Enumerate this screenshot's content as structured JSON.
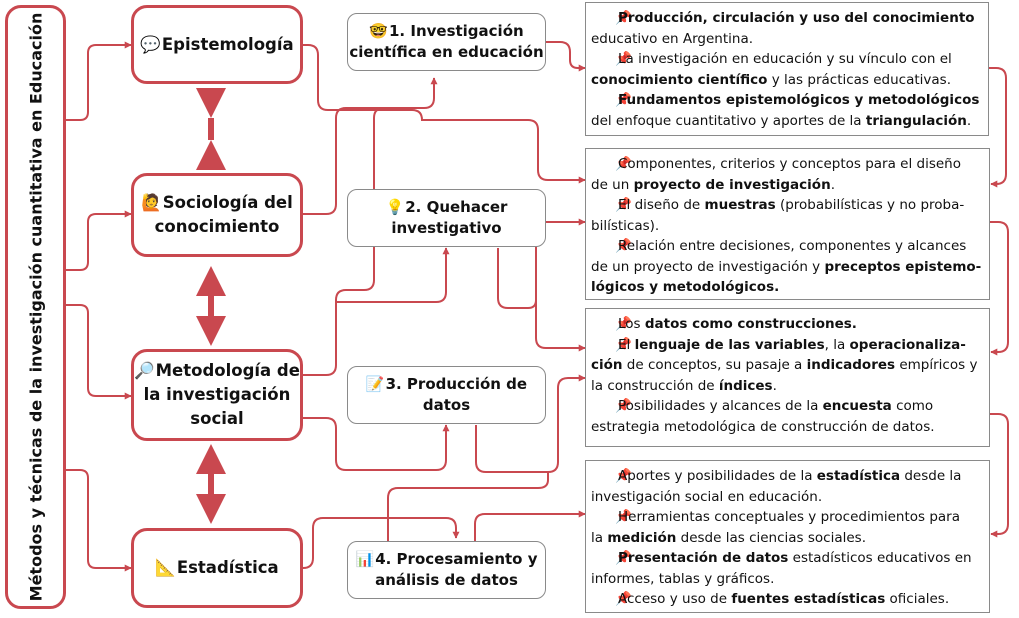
{
  "colors": {
    "accent": "#c9484f",
    "border_gray": "#8a8a8a",
    "pin": "#d7263d"
  },
  "title": "Métodos y técnicas de la investigación cuantitativa en Educación",
  "disciplines": [
    {
      "icon": "speech-bubble-icon",
      "glyph": "💬",
      "lines": [
        "Epistemología"
      ]
    },
    {
      "icon": "person-raising-hand-icon",
      "glyph": "🙋",
      "lines": [
        "Sociología del",
        "conocimiento"
      ]
    },
    {
      "icon": "magnifying-glass-icon",
      "glyph": "🔎",
      "lines": [
        "Metodología de",
        "la investigación",
        "social"
      ]
    },
    {
      "icon": "triangular-ruler-icon",
      "glyph": "📐",
      "lines": [
        "Estadística"
      ]
    }
  ],
  "units": [
    {
      "icon": "nerd-face-icon",
      "glyph": "🤓",
      "lines": [
        "1. Investigación",
        "científica en educación"
      ]
    },
    {
      "icon": "light-bulb-icon",
      "glyph": "💡",
      "lines": [
        "2. Quehacer",
        "investigativo"
      ]
    },
    {
      "icon": "memo-icon",
      "glyph": "📝",
      "lines": [
        "3. Producción de",
        "datos"
      ]
    },
    {
      "icon": "bar-chart-icon",
      "glyph": "📊",
      "lines": [
        "4. Procesamiento y",
        "análisis de datos"
      ]
    }
  ],
  "pin_glyph": "📌",
  "contents": [
    {
      "items": [
        {
          "lines": [
            [
              {
                "b": "Producción, circulación y uso del conocimiento"
              }
            ],
            [
              {
                "t": "educativo en Argentina."
              }
            ]
          ]
        },
        {
          "lines": [
            [
              {
                "t": "La investigación en educación y su vínculo con el"
              }
            ],
            [
              {
                "b": "conocimiento científico"
              },
              {
                "t": " y las prácticas educativas."
              }
            ]
          ]
        },
        {
          "lines": [
            [
              {
                "b": "Fundamentos epistemológicos y metodológicos"
              }
            ],
            [
              {
                "t": "del enfoque cuantitativo y aportes de la "
              },
              {
                "b": "triangulación"
              },
              {
                "t": "."
              }
            ]
          ]
        }
      ]
    },
    {
      "items": [
        {
          "lines": [
            [
              {
                "t": "Componentes, criterios y conceptos para el diseño"
              }
            ],
            [
              {
                "t": "de un "
              },
              {
                "b": "proyecto de investigación"
              },
              {
                "t": "."
              }
            ]
          ]
        },
        {
          "lines": [
            [
              {
                "t": "El diseño de "
              },
              {
                "b": "muestras"
              },
              {
                "t": " (probabilísticas y no proba-"
              }
            ],
            [
              {
                "t": "bilísticas)."
              }
            ]
          ]
        },
        {
          "lines": [
            [
              {
                "t": "Relación entre decisiones, componentes y alcances"
              }
            ],
            [
              {
                "t": "de un proyecto de investigación y "
              },
              {
                "b": "preceptos epistemo-"
              }
            ],
            [
              {
                "b": "lógicos y metodológicos."
              }
            ]
          ]
        }
      ]
    },
    {
      "items": [
        {
          "lines": [
            [
              {
                "t": "Los "
              },
              {
                "b": "datos como construcciones."
              }
            ]
          ]
        },
        {
          "lines": [
            [
              {
                "t": "El "
              },
              {
                "b": "lenguaje de las variables"
              },
              {
                "t": ", la "
              },
              {
                "b": "operacionaliza-"
              }
            ],
            [
              {
                "b": "ción"
              },
              {
                "t": " de conceptos, su pasaje a "
              },
              {
                "b": "indicadores"
              },
              {
                "t": " empíricos y"
              }
            ],
            [
              {
                "t": "la construcción de "
              },
              {
                "b": "índices"
              },
              {
                "t": "."
              }
            ]
          ]
        },
        {
          "lines": [
            [
              {
                "t": "Posibilidades y alcances de la "
              },
              {
                "b": "encuesta"
              },
              {
                "t": " como"
              }
            ],
            [
              {
                "t": "estrategia metodológica de construcción de datos."
              }
            ]
          ]
        }
      ]
    },
    {
      "items": [
        {
          "lines": [
            [
              {
                "t": "Aportes y posibilidades de la "
              },
              {
                "b": "estadística"
              },
              {
                "t": " desde la"
              }
            ],
            [
              {
                "t": "investigación social en educación."
              }
            ]
          ]
        },
        {
          "lines": [
            [
              {
                "t": "Herramientas conceptuales y procedimientos para"
              }
            ],
            [
              {
                "t": "la "
              },
              {
                "b": "medición"
              },
              {
                "t": " desde las ciencias sociales."
              }
            ]
          ]
        },
        {
          "lines": [
            [
              {
                "b": "Presentación de datos"
              },
              {
                "t": " estadísticos educativos en"
              }
            ],
            [
              {
                "t": "informes, tablas y gráficos."
              }
            ]
          ]
        },
        {
          "lines": [
            [
              {
                "t": "Acceso y uso de "
              },
              {
                "b": "fuentes estadísticas"
              },
              {
                "t": " oficiales."
              }
            ]
          ]
        }
      ]
    }
  ]
}
